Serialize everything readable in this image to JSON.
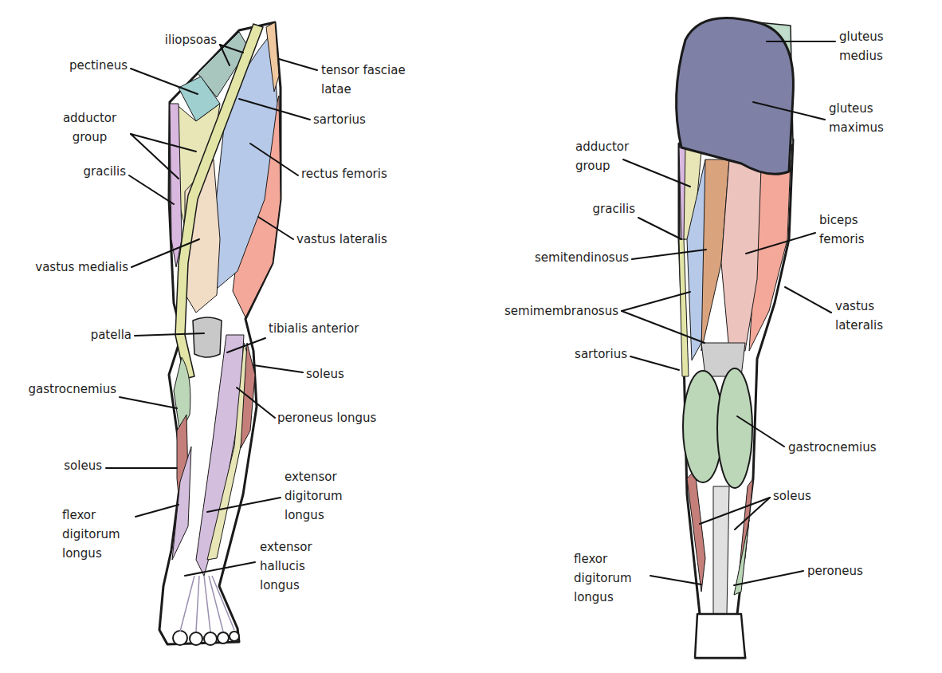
{
  "diagram": {
    "labels": [
      "iliopsoas",
      "pectineus",
      "tensor fasciae latae",
      "adductor group",
      "sartorius",
      "gracilis",
      "rectus femoris",
      "vastus lateralis",
      "vastus medialis",
      "patella",
      "tibialis anterior",
      "soleus",
      "gastrocnemius",
      "peroneus longus",
      "soleus",
      "extensor digitorum longus",
      "flexor digitorum longus",
      "extensor hallucis longus",
      "gluteus medius",
      "gluteus maximus",
      "adductor group",
      "gracilis",
      "biceps femoris",
      "semitendinosus",
      "vastus lateralis",
      "semimembranosus",
      "sartorius",
      "gastrocnemius",
      "soleus",
      "flexor digitorum longus",
      "peroneus"
    ]
  }
}
